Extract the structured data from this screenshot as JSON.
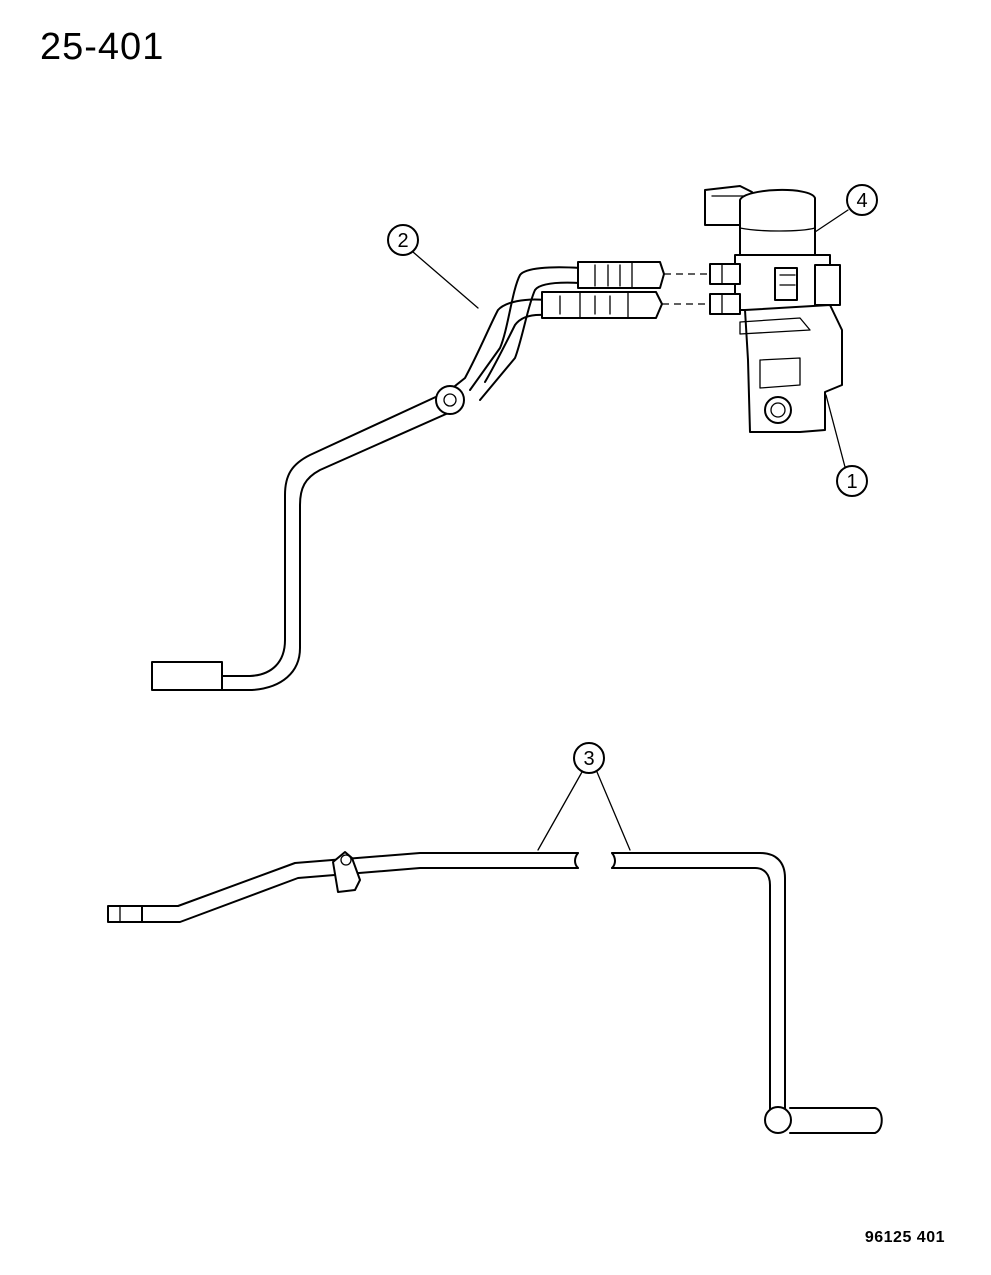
{
  "page_number": "25-401",
  "figure_code": "96125 401",
  "callouts": [
    "1",
    "2",
    "3",
    "4"
  ]
}
